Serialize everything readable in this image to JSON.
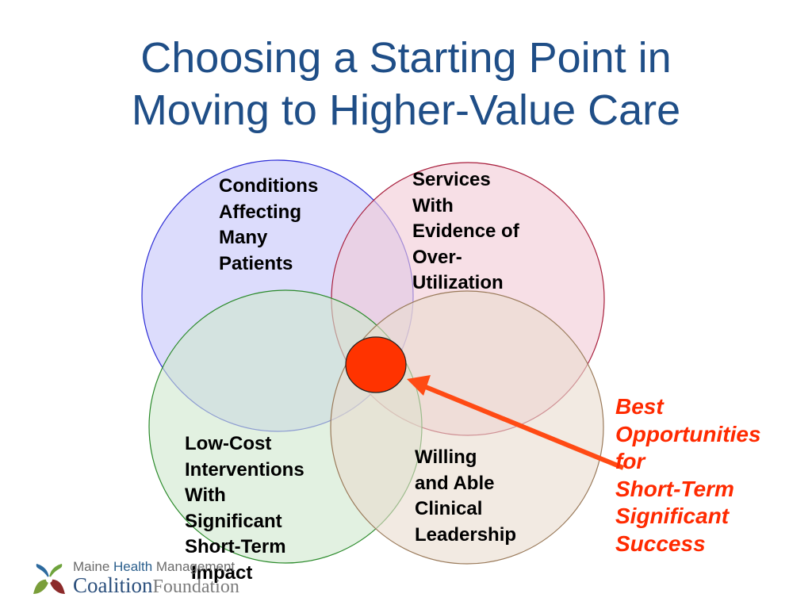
{
  "title": {
    "line1": "Choosing a Starting Point in",
    "line2": "Moving to Higher-Value Care"
  },
  "circles": {
    "conditions": {
      "lines": [
        "Conditions",
        "Affecting",
        "Many",
        "Patients"
      ],
      "fill": "#d6d6fb",
      "stroke": "#2b2bd6"
    },
    "services": {
      "lines": [
        "Services",
        "With",
        "Evidence of",
        "Over-",
        "Utilization"
      ],
      "fill": "#f4d4dc",
      "stroke": "#a81e3c"
    },
    "interventions": {
      "lines": [
        "Low-Cost",
        "Interventions",
        "With",
        "Significant",
        "Short-Term",
        "Impact"
      ],
      "fill": "#d8ecd6",
      "stroke": "#2a8a2a"
    },
    "leadership": {
      "lines": [
        "Willing",
        "and Able",
        "Clinical",
        "Leadership"
      ],
      "fill": "#efe2d8",
      "stroke": "#9a7a5a"
    }
  },
  "center_marker_color": "#ff3300",
  "callout": {
    "lines": [
      "Best",
      "Opportunities",
      "for",
      "Short-Term",
      "Significant",
      "Success"
    ],
    "color": "#ff2a00"
  },
  "logo": {
    "line1_a": "Maine ",
    "line1_b": "Health",
    "line1_c": " Management",
    "line2_a": "Coalition",
    "line2_b": "Foundation"
  }
}
